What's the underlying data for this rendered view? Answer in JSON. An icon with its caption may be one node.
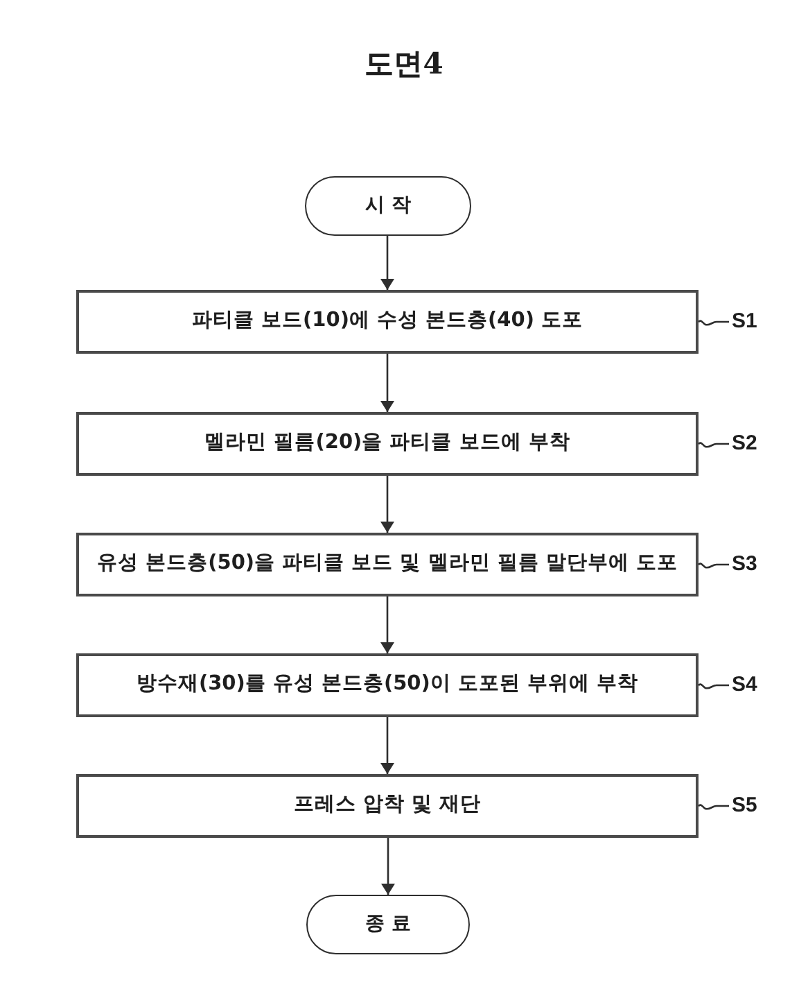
{
  "diagram": {
    "title": "도면4",
    "nodes": [
      {
        "text": [
          "시 작"
        ]
      },
      {
        "text": [
          "파티클 보드(10)에 수성 본드층(40) 도포"
        ]
      },
      {
        "text": [
          "S1"
        ]
      },
      {
        "text": [
          "멜라민 필름(20)을 파티클 보드에 부착"
        ]
      },
      {
        "text": [
          "S2"
        ]
      },
      {
        "text": [
          "유성 본드층(50)을 파티클 보드 및 멜라민 필름 말단부에 도포"
        ]
      },
      {
        "text": [
          "S3"
        ]
      },
      {
        "text": [
          "방수재(30)를 유성 본드층(50)이 도포된 부위에 부착"
        ]
      },
      {
        "text": [
          "S4"
        ]
      },
      {
        "text": [
          "프레스 압착 및 재단"
        ]
      },
      {
        "text": [
          "S5"
        ]
      },
      {
        "text": [
          "종 료"
        ]
      }
    ],
    "edges": [
      {
        "from": 0,
        "to": 1,
        "arrow": "to"
      },
      {
        "from": 2,
        "to": 1,
        "arrow": "none"
      },
      {
        "from": 1,
        "to": 3,
        "arrow": "to"
      },
      {
        "from": 4,
        "to": 3,
        "arrow": "none"
      },
      {
        "from": 3,
        "to": 5,
        "arrow": "to"
      },
      {
        "from": 6,
        "to": 5,
        "arrow": "none"
      },
      {
        "from": 5,
        "to": 7,
        "arrow": "to"
      },
      {
        "from": 8,
        "to": 7,
        "arrow": "none"
      },
      {
        "from": 7,
        "to": 9,
        "arrow": "to"
      },
      {
        "from": 10,
        "to": 9,
        "arrow": "none"
      },
      {
        "from": 9,
        "to": 11,
        "arrow": "to"
      }
    ]
  }
}
